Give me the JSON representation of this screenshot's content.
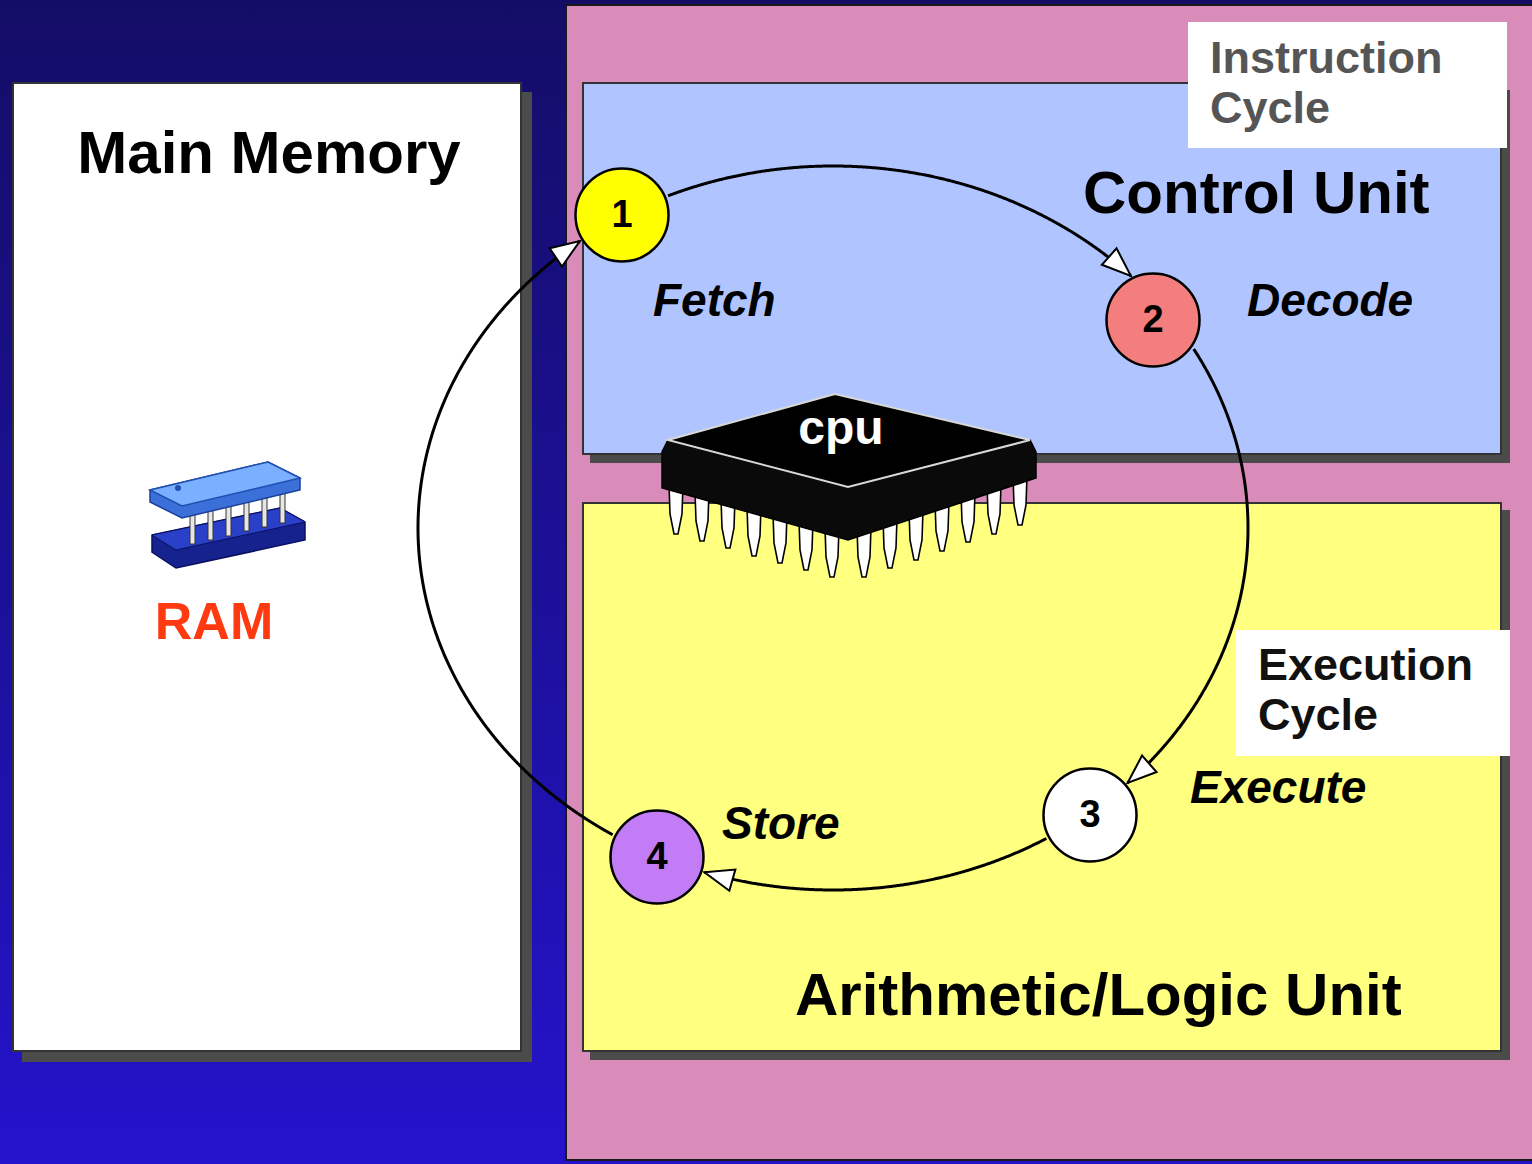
{
  "diagram": {
    "nodes": [
      {
        "text": [
          "Main Memory",
          "RAM"
        ]
      },
      {
        "text": [
          "Instruction Cycle"
        ]
      },
      {
        "text": [
          "Control Unit"
        ]
      },
      {
        "text": [
          "1"
        ],
        "in": 2
      },
      {
        "text": [
          "2"
        ],
        "in": 2
      },
      {
        "text": [
          "Arithmetic/Logic Unit"
        ]
      },
      {
        "text": [
          "Execution Cycle"
        ],
        "in": 5
      },
      {
        "text": [
          "3"
        ],
        "in": 5
      },
      {
        "text": [
          "4"
        ],
        "in": 5
      }
    ],
    "edges": [
      {
        "from": 3,
        "to": 4,
        "arrow": "to"
      },
      {
        "from": 4,
        "to": 7,
        "arrow": "to"
      },
      {
        "from": 7,
        "to": 8,
        "arrow": "to"
      },
      {
        "from": 8,
        "to": 3,
        "arrow": "to"
      }
    ],
    "labels": [
      "Fetch",
      "Decode",
      "Execute",
      "Store",
      "cpu"
    ]
  }
}
